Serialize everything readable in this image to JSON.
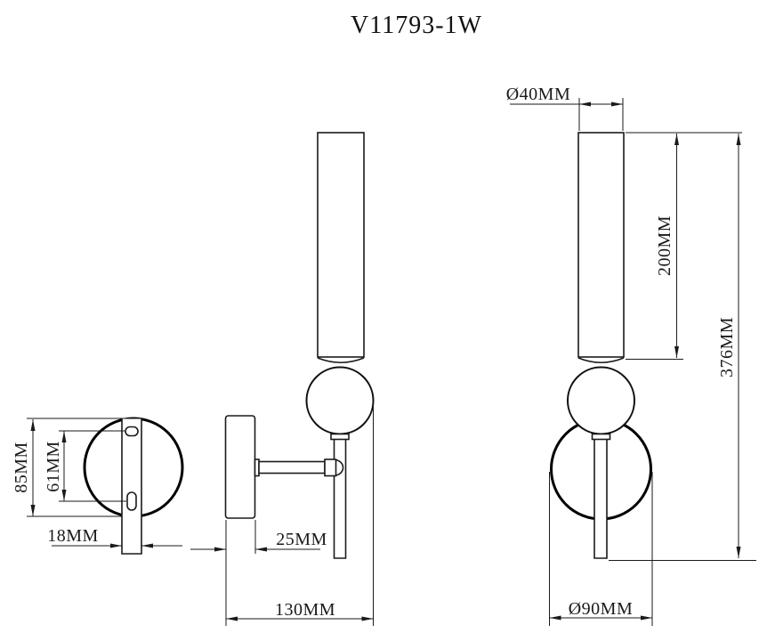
{
  "title": "V11793-1W",
  "colors": {
    "line": "#1a1a1a",
    "bold_line": "#000000",
    "background": "#ffffff"
  },
  "drawing": {
    "front_plate_view": {
      "plate_height": "85MM",
      "hole_spacing": "61MM",
      "stem_width": "18MM"
    },
    "side_view": {
      "plate_depth": "25MM",
      "wall_extension": "130MM"
    },
    "front_view": {
      "tube_diameter": "Ø40MM",
      "tube_length": "200MM",
      "total_height": "376MM",
      "plate_diameter": "Ø90MM"
    }
  }
}
